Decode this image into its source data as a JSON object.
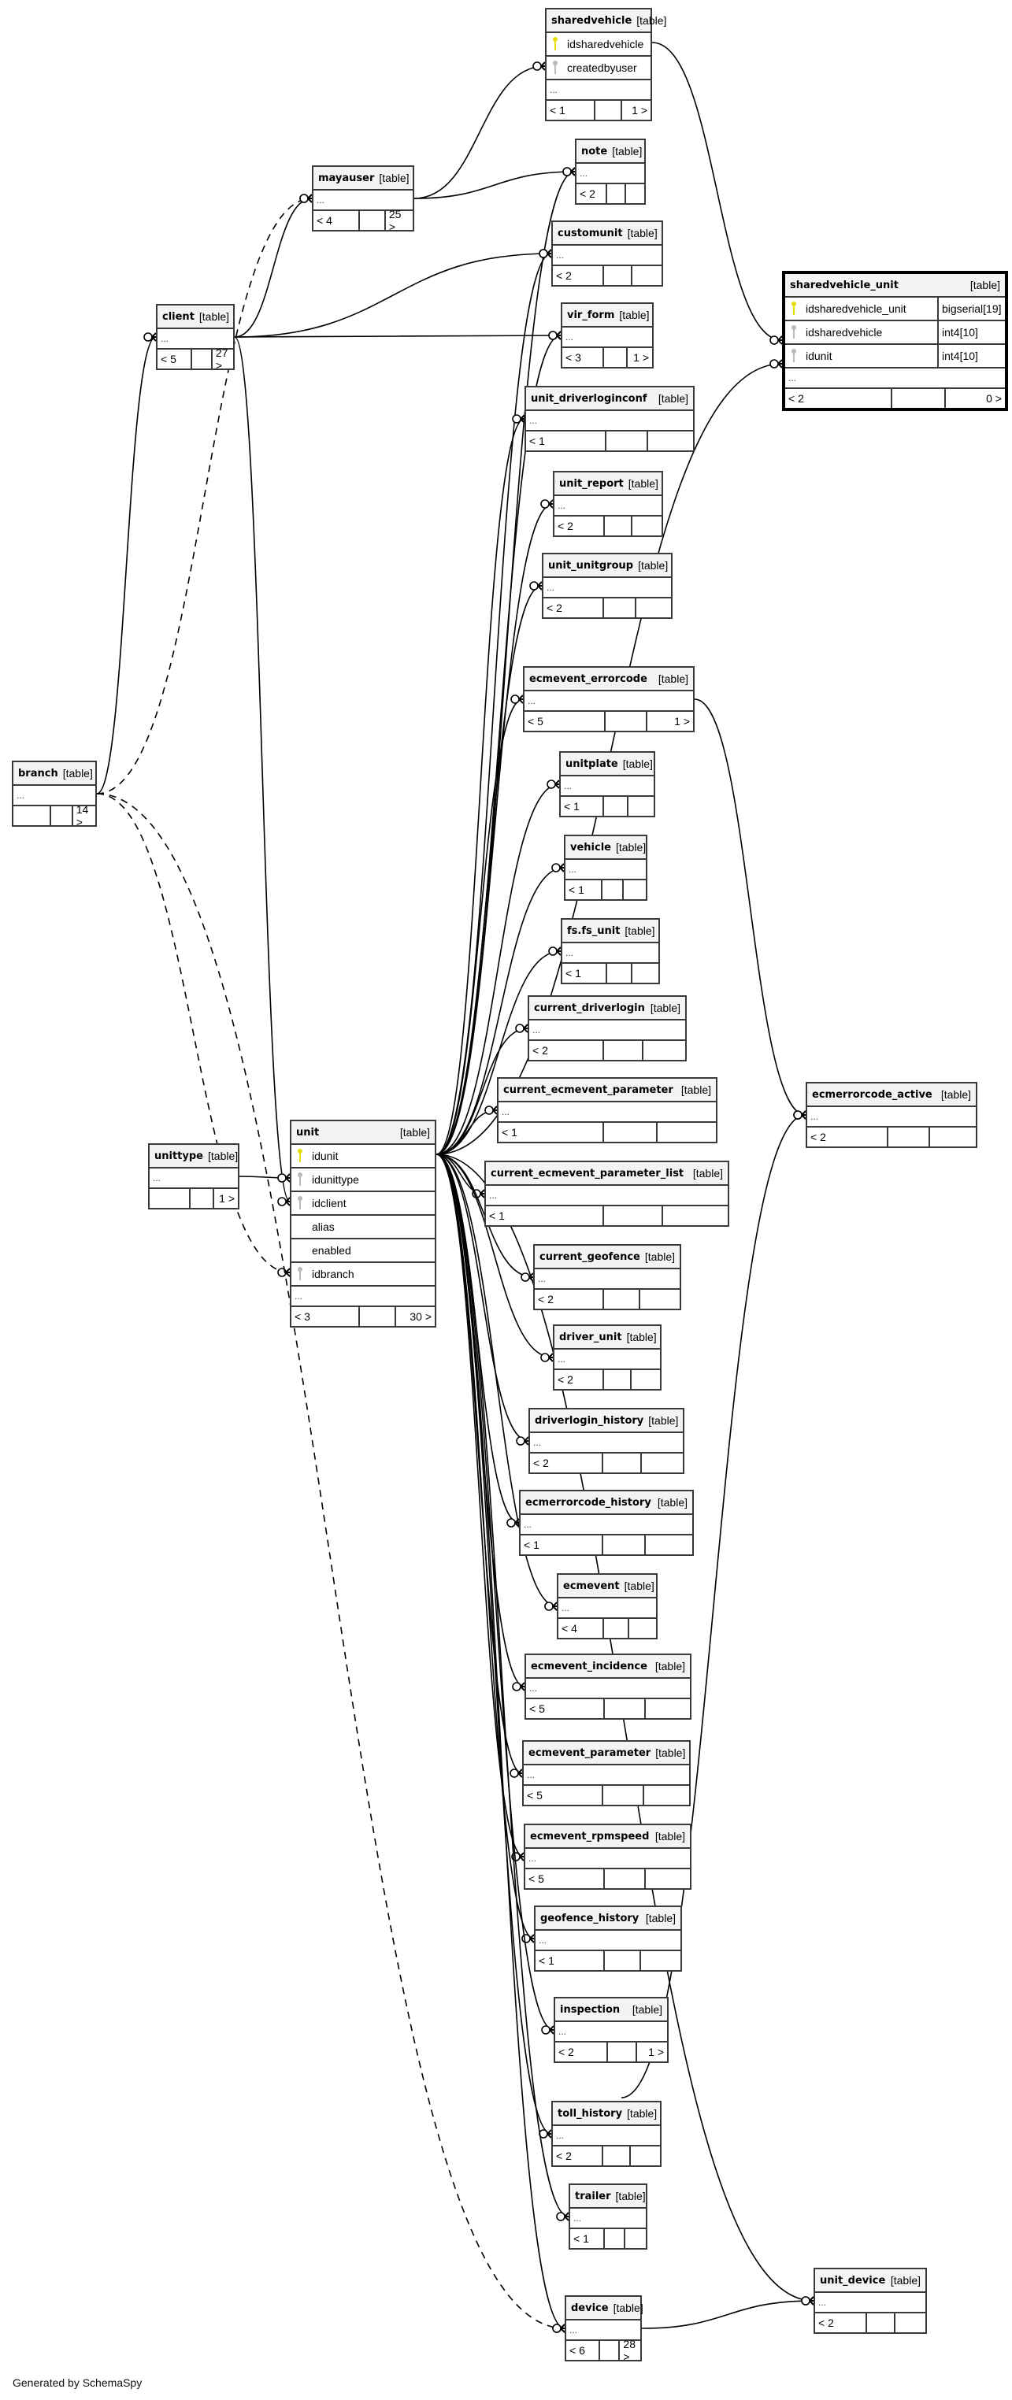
{
  "credit": "Generated by SchemaSpy",
  "type_label": "[table]",
  "ellipsis": "...",
  "tables": {
    "sharedvehicle": {
      "name": "sharedvehicle",
      "cols": [
        {
          "name": "idsharedvehicle",
          "key": "pk"
        },
        {
          "name": "createdbyuser",
          "key": "fk"
        }
      ],
      "parents": "< 1",
      "children": "1 >"
    },
    "note": {
      "name": "note",
      "parents": "< 2",
      "children": ""
    },
    "mayauser": {
      "name": "mayauser",
      "parents": "< 4",
      "children": "25 >"
    },
    "customunit": {
      "name": "customunit",
      "parents": "< 2",
      "children": ""
    },
    "client": {
      "name": "client",
      "parents": "< 5",
      "children": "27 >"
    },
    "vir_form": {
      "name": "vir_form",
      "parents": "< 3",
      "children": "1 >"
    },
    "sharedvehicle_unit": {
      "name": "sharedvehicle_unit",
      "cols": [
        {
          "name": "idsharedvehicle_unit",
          "key": "pk",
          "type": "bigserial[19]"
        },
        {
          "name": "idsharedvehicle",
          "key": "fk",
          "type": "int4[10]"
        },
        {
          "name": "idunit",
          "key": "fk",
          "type": "int4[10]"
        }
      ],
      "parents": "< 2",
      "children": "0 >"
    },
    "unit_driverloginconf": {
      "name": "unit_driverloginconf",
      "parents": "< 1",
      "children": ""
    },
    "unit_report": {
      "name": "unit_report",
      "parents": "< 2",
      "children": ""
    },
    "unit_unitgroup": {
      "name": "unit_unitgroup",
      "parents": "< 2",
      "children": ""
    },
    "ecmevent_errorcode": {
      "name": "ecmevent_errorcode",
      "parents": "< 5",
      "children": "1 >"
    },
    "branch": {
      "name": "branch",
      "parents": "",
      "children": "14 >"
    },
    "unitplate": {
      "name": "unitplate",
      "parents": "< 1",
      "children": ""
    },
    "vehicle": {
      "name": "vehicle",
      "parents": "< 1",
      "children": ""
    },
    "fs_fs_unit": {
      "name": "fs.fs_unit",
      "parents": "< 1",
      "children": ""
    },
    "current_driverlogin": {
      "name": "current_driverlogin",
      "parents": "< 2",
      "children": ""
    },
    "ecmerrorcode_active": {
      "name": "ecmerrorcode_active",
      "parents": "< 2",
      "children": ""
    },
    "current_ecmevent_parameter": {
      "name": "current_ecmevent_parameter",
      "parents": "< 1",
      "children": ""
    },
    "unittype": {
      "name": "unittype",
      "parents": "",
      "children": "1 >"
    },
    "unit": {
      "name": "unit",
      "cols": [
        {
          "name": "idunit",
          "key": "pk"
        },
        {
          "name": "idunittype",
          "key": "fk"
        },
        {
          "name": "idclient",
          "key": "fk"
        },
        {
          "name": "alias",
          "key": "none"
        },
        {
          "name": "enabled",
          "key": "none"
        },
        {
          "name": "idbranch",
          "key": "fk"
        }
      ],
      "parents": "< 3",
      "children": "30 >"
    },
    "current_ecmevent_parameter_list": {
      "name": "current_ecmevent_parameter_list",
      "parents": "< 1",
      "children": ""
    },
    "current_geofence": {
      "name": "current_geofence",
      "parents": "< 2",
      "children": ""
    },
    "driver_unit": {
      "name": "driver_unit",
      "parents": "< 2",
      "children": ""
    },
    "driverlogin_history": {
      "name": "driverlogin_history",
      "parents": "< 2",
      "children": ""
    },
    "ecmerrorcode_history": {
      "name": "ecmerrorcode_history",
      "parents": "< 1",
      "children": ""
    },
    "ecmevent": {
      "name": "ecmevent",
      "parents": "< 4",
      "children": ""
    },
    "ecmevent_incidence": {
      "name": "ecmevent_incidence",
      "parents": "< 5",
      "children": ""
    },
    "ecmevent_parameter": {
      "name": "ecmevent_parameter",
      "parents": "< 5",
      "children": ""
    },
    "ecmevent_rpmspeed": {
      "name": "ecmevent_rpmspeed",
      "parents": "< 5",
      "children": ""
    },
    "geofence_history": {
      "name": "geofence_history",
      "parents": "< 1",
      "children": ""
    },
    "inspection": {
      "name": "inspection",
      "parents": "< 2",
      "children": "1 >"
    },
    "toll_history": {
      "name": "toll_history",
      "parents": "< 2",
      "children": ""
    },
    "trailer": {
      "name": "trailer",
      "parents": "< 1",
      "children": ""
    },
    "unit_device": {
      "name": "unit_device",
      "parents": "< 2",
      "children": ""
    },
    "device": {
      "name": "device",
      "parents": "< 6",
      "children": "28 >"
    }
  }
}
